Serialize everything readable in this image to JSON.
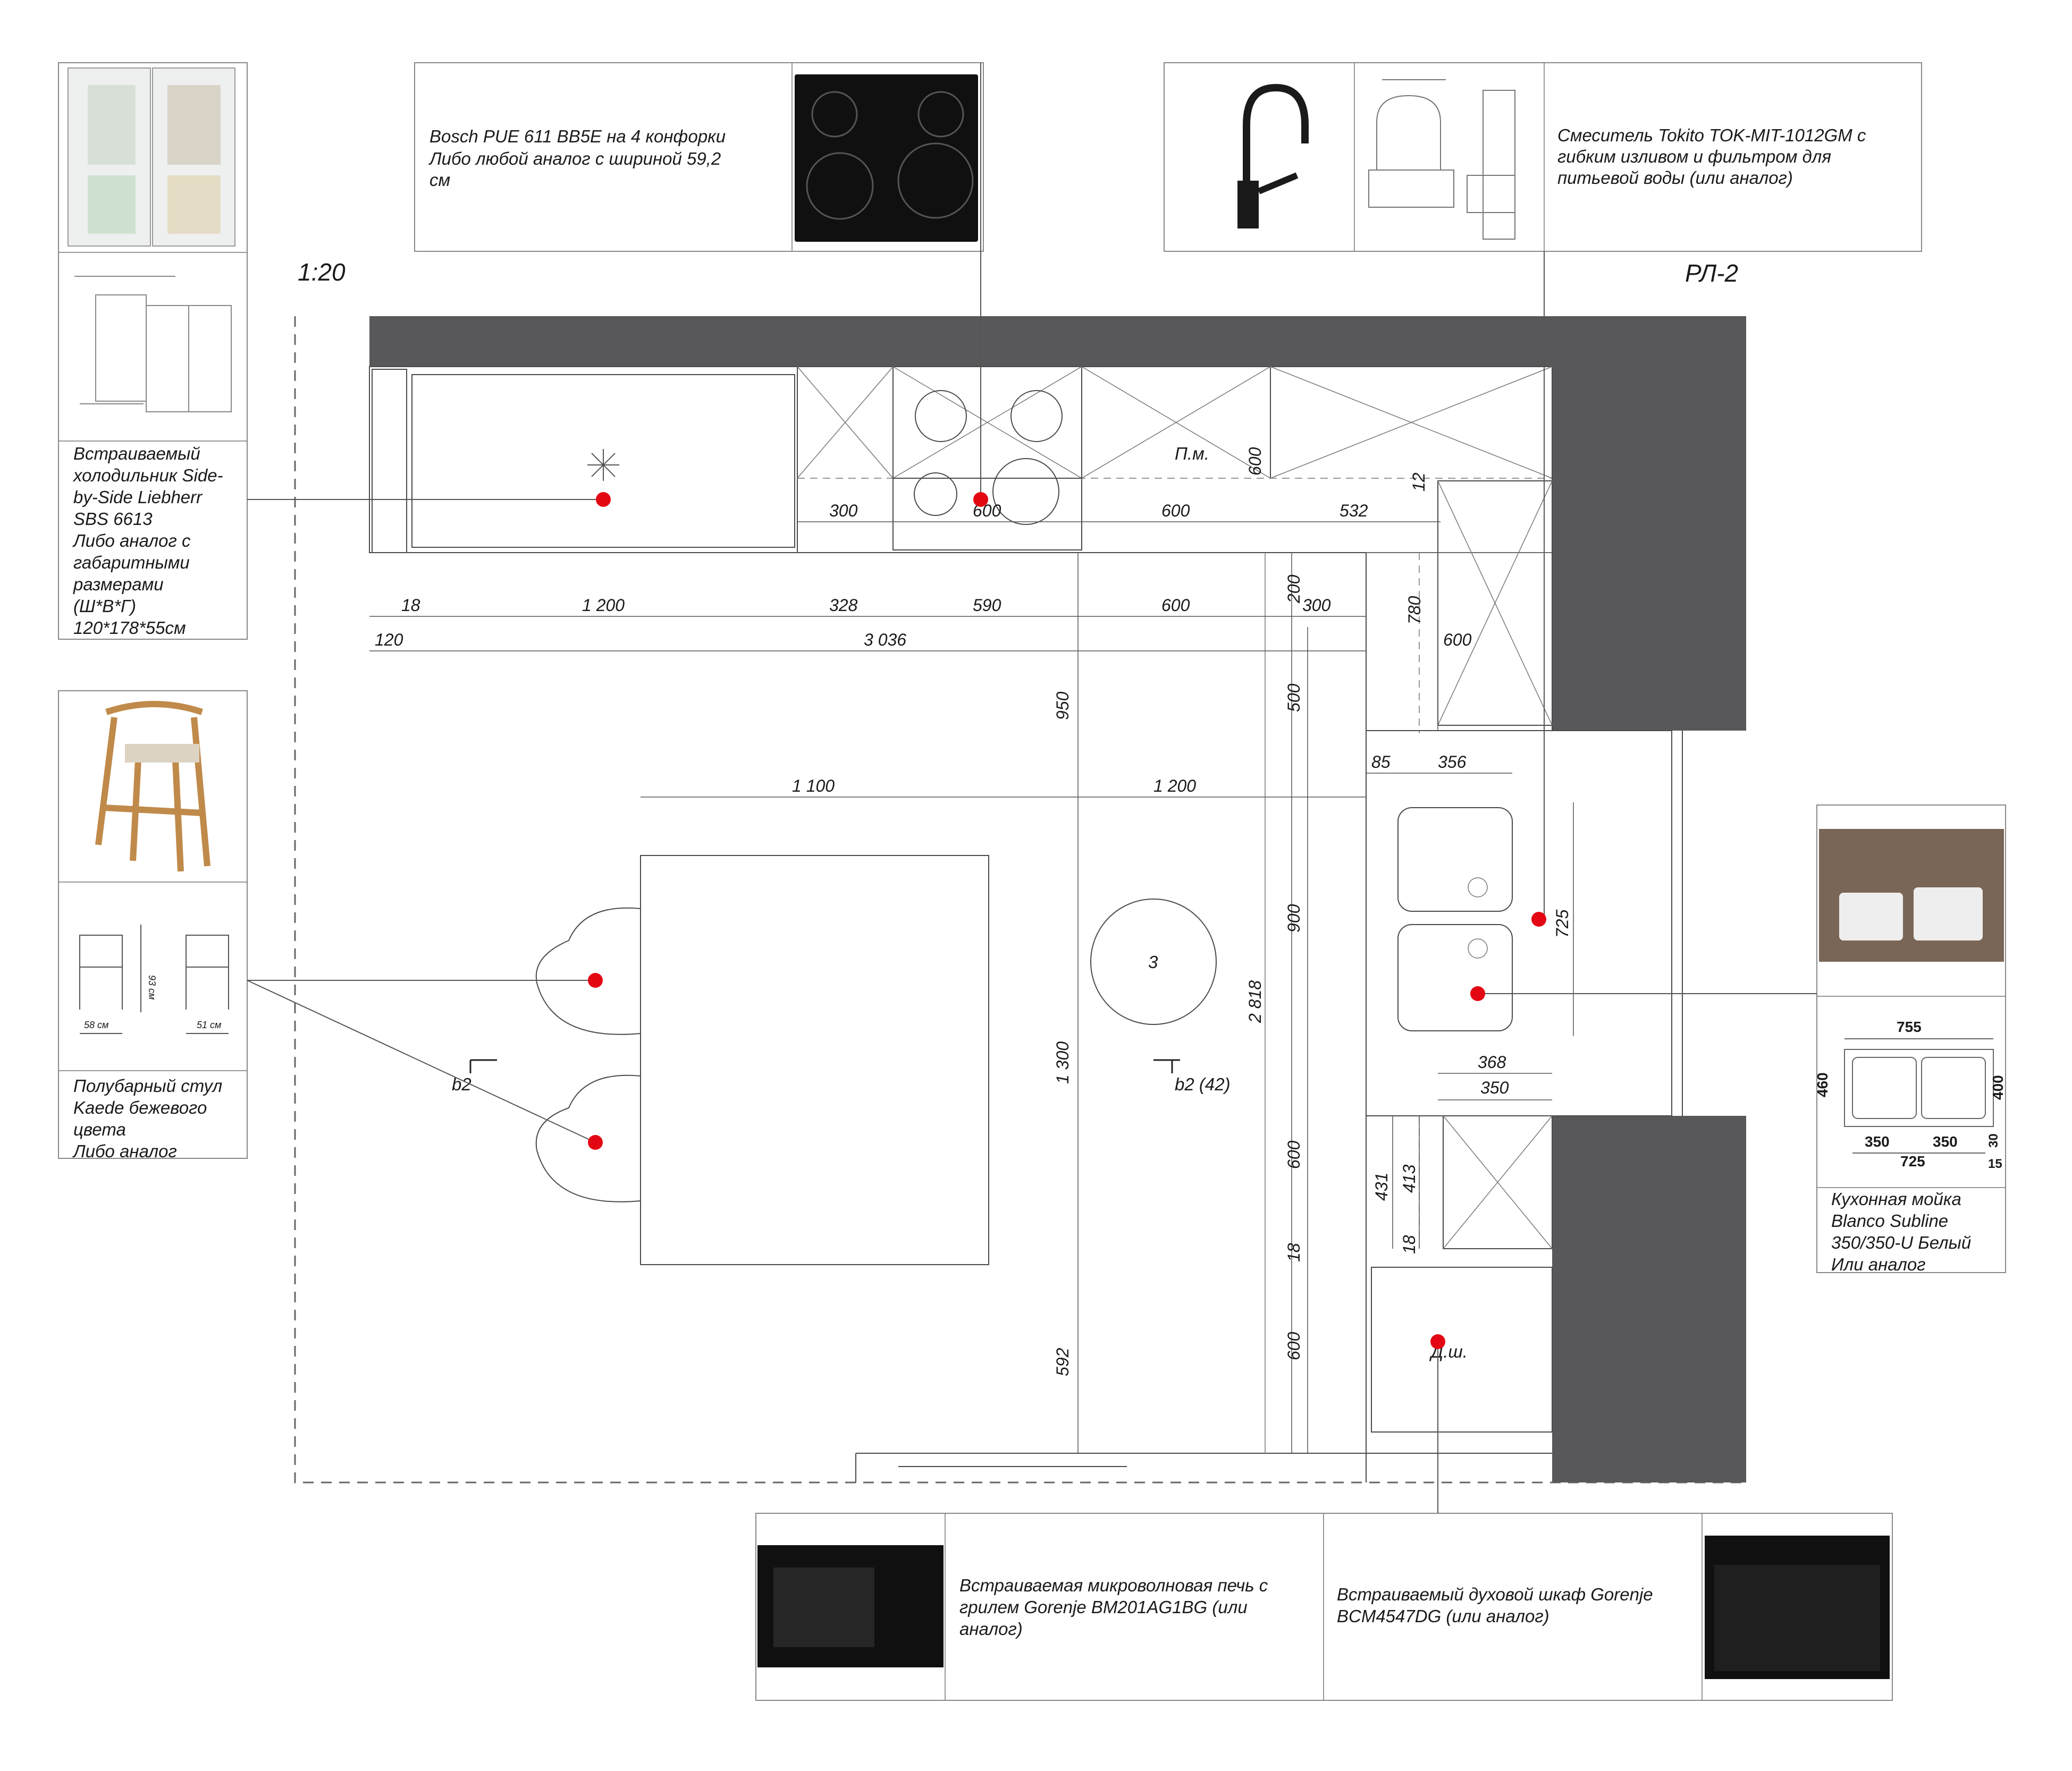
{
  "scale": "1:20",
  "sheet_code": "РЛ-2",
  "colors": {
    "wall": "#58585a",
    "marker": "#e30613",
    "line": "#4a4a4a"
  },
  "callouts": {
    "hob": [
      "Bosch PUE 611 BB5E на 4 конфорки",
      "Либо любой аналог с шириной 59,2",
      "см"
    ],
    "faucet": [
      "Смеситель Tokito TOK-MIT-1012GM с",
      "гибким изливом и фильтром для",
      "питьевой воды (или аналог)"
    ],
    "fridge": [
      "Встраиваемый",
      "холодильник Side-",
      "by-Side Liebherr",
      "SBS 6613",
      "Либо аналог с",
      "габаритными",
      "размерами",
      "(Ш*В*Г)",
      "120*178*55см"
    ],
    "chair": [
      "Полубарный стул",
      "Kaede бежевого",
      "цвета",
      "Либо аналог"
    ],
    "sink": [
      "Кухонная мойка",
      "Blanco Subline",
      "350/350-U Белый",
      "Или аналог"
    ],
    "microwave": [
      "Встраиваемая микроволновая печь с",
      "грилем Gorenje BM201AG1BG (или",
      "аналог)"
    ],
    "oven": [
      "Встраиваемый духовой шкаф Gorenje",
      "BCM4547DG (или аналог)"
    ]
  },
  "chair_drawing": {
    "width_front": "58 см",
    "width_side": "51 см",
    "height": "93 см"
  },
  "sink_drawing": {
    "top": "755",
    "left": "460",
    "right": "400",
    "b1": "350",
    "b2": "350",
    "b3": "30",
    "total": "725",
    "edge": "15"
  },
  "plan_labels": {
    "hob_zone": "П.м.",
    "dishwasher": "Д.ш.",
    "stool_mark": "3",
    "section_left": "b2",
    "section_right": "b2 (42)"
  },
  "dimensions": {
    "top_row": [
      "300",
      "600",
      "600",
      "532"
    ],
    "row_1": [
      "18",
      "1 200",
      "328",
      "590",
      "600",
      "300"
    ],
    "row_2": [
      "120",
      "3 036"
    ],
    "v_600_top": "600",
    "v_12": "12",
    "v_200": "200",
    "v_780": "780",
    "w_600_right": "600",
    "v_500": "500",
    "v_950": "950",
    "island_w": "1 100",
    "aisle_w": "1 200",
    "sink_85": "85",
    "sink_356": "356",
    "v_900": "900",
    "v_725": "725",
    "v_2818": "2 818",
    "v_1300": "1 300",
    "w_368": "368",
    "w_350": "350",
    "v_600_mid": "600",
    "v_431": "431",
    "v_413": "413",
    "v_18a": "18",
    "v_18b": "18",
    "v_600_low": "600",
    "v_592": "592"
  }
}
